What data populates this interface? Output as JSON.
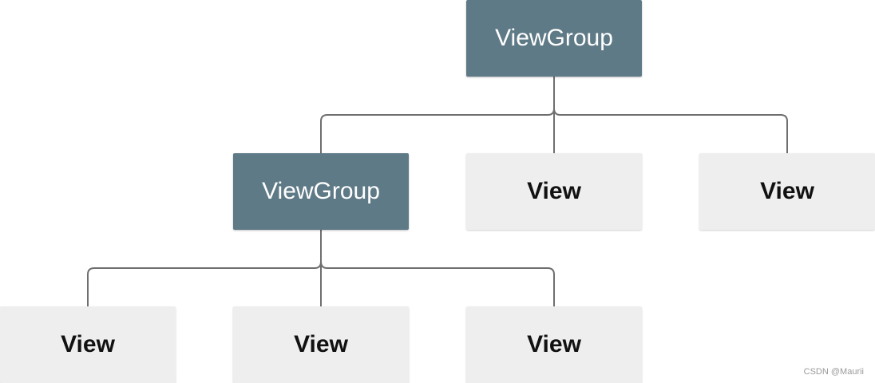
{
  "diagram": {
    "root": {
      "label": "ViewGroup"
    },
    "level1": [
      {
        "label": "ViewGroup"
      },
      {
        "label": "View"
      },
      {
        "label": "View"
      }
    ],
    "level2": [
      {
        "label": "View"
      },
      {
        "label": "View"
      },
      {
        "label": "View"
      }
    ]
  },
  "watermark": "CSDN @Maurii",
  "colors": {
    "group_fill": "#5f7a87",
    "view_fill": "#eeeeee",
    "connector": "#6f6f6f"
  }
}
